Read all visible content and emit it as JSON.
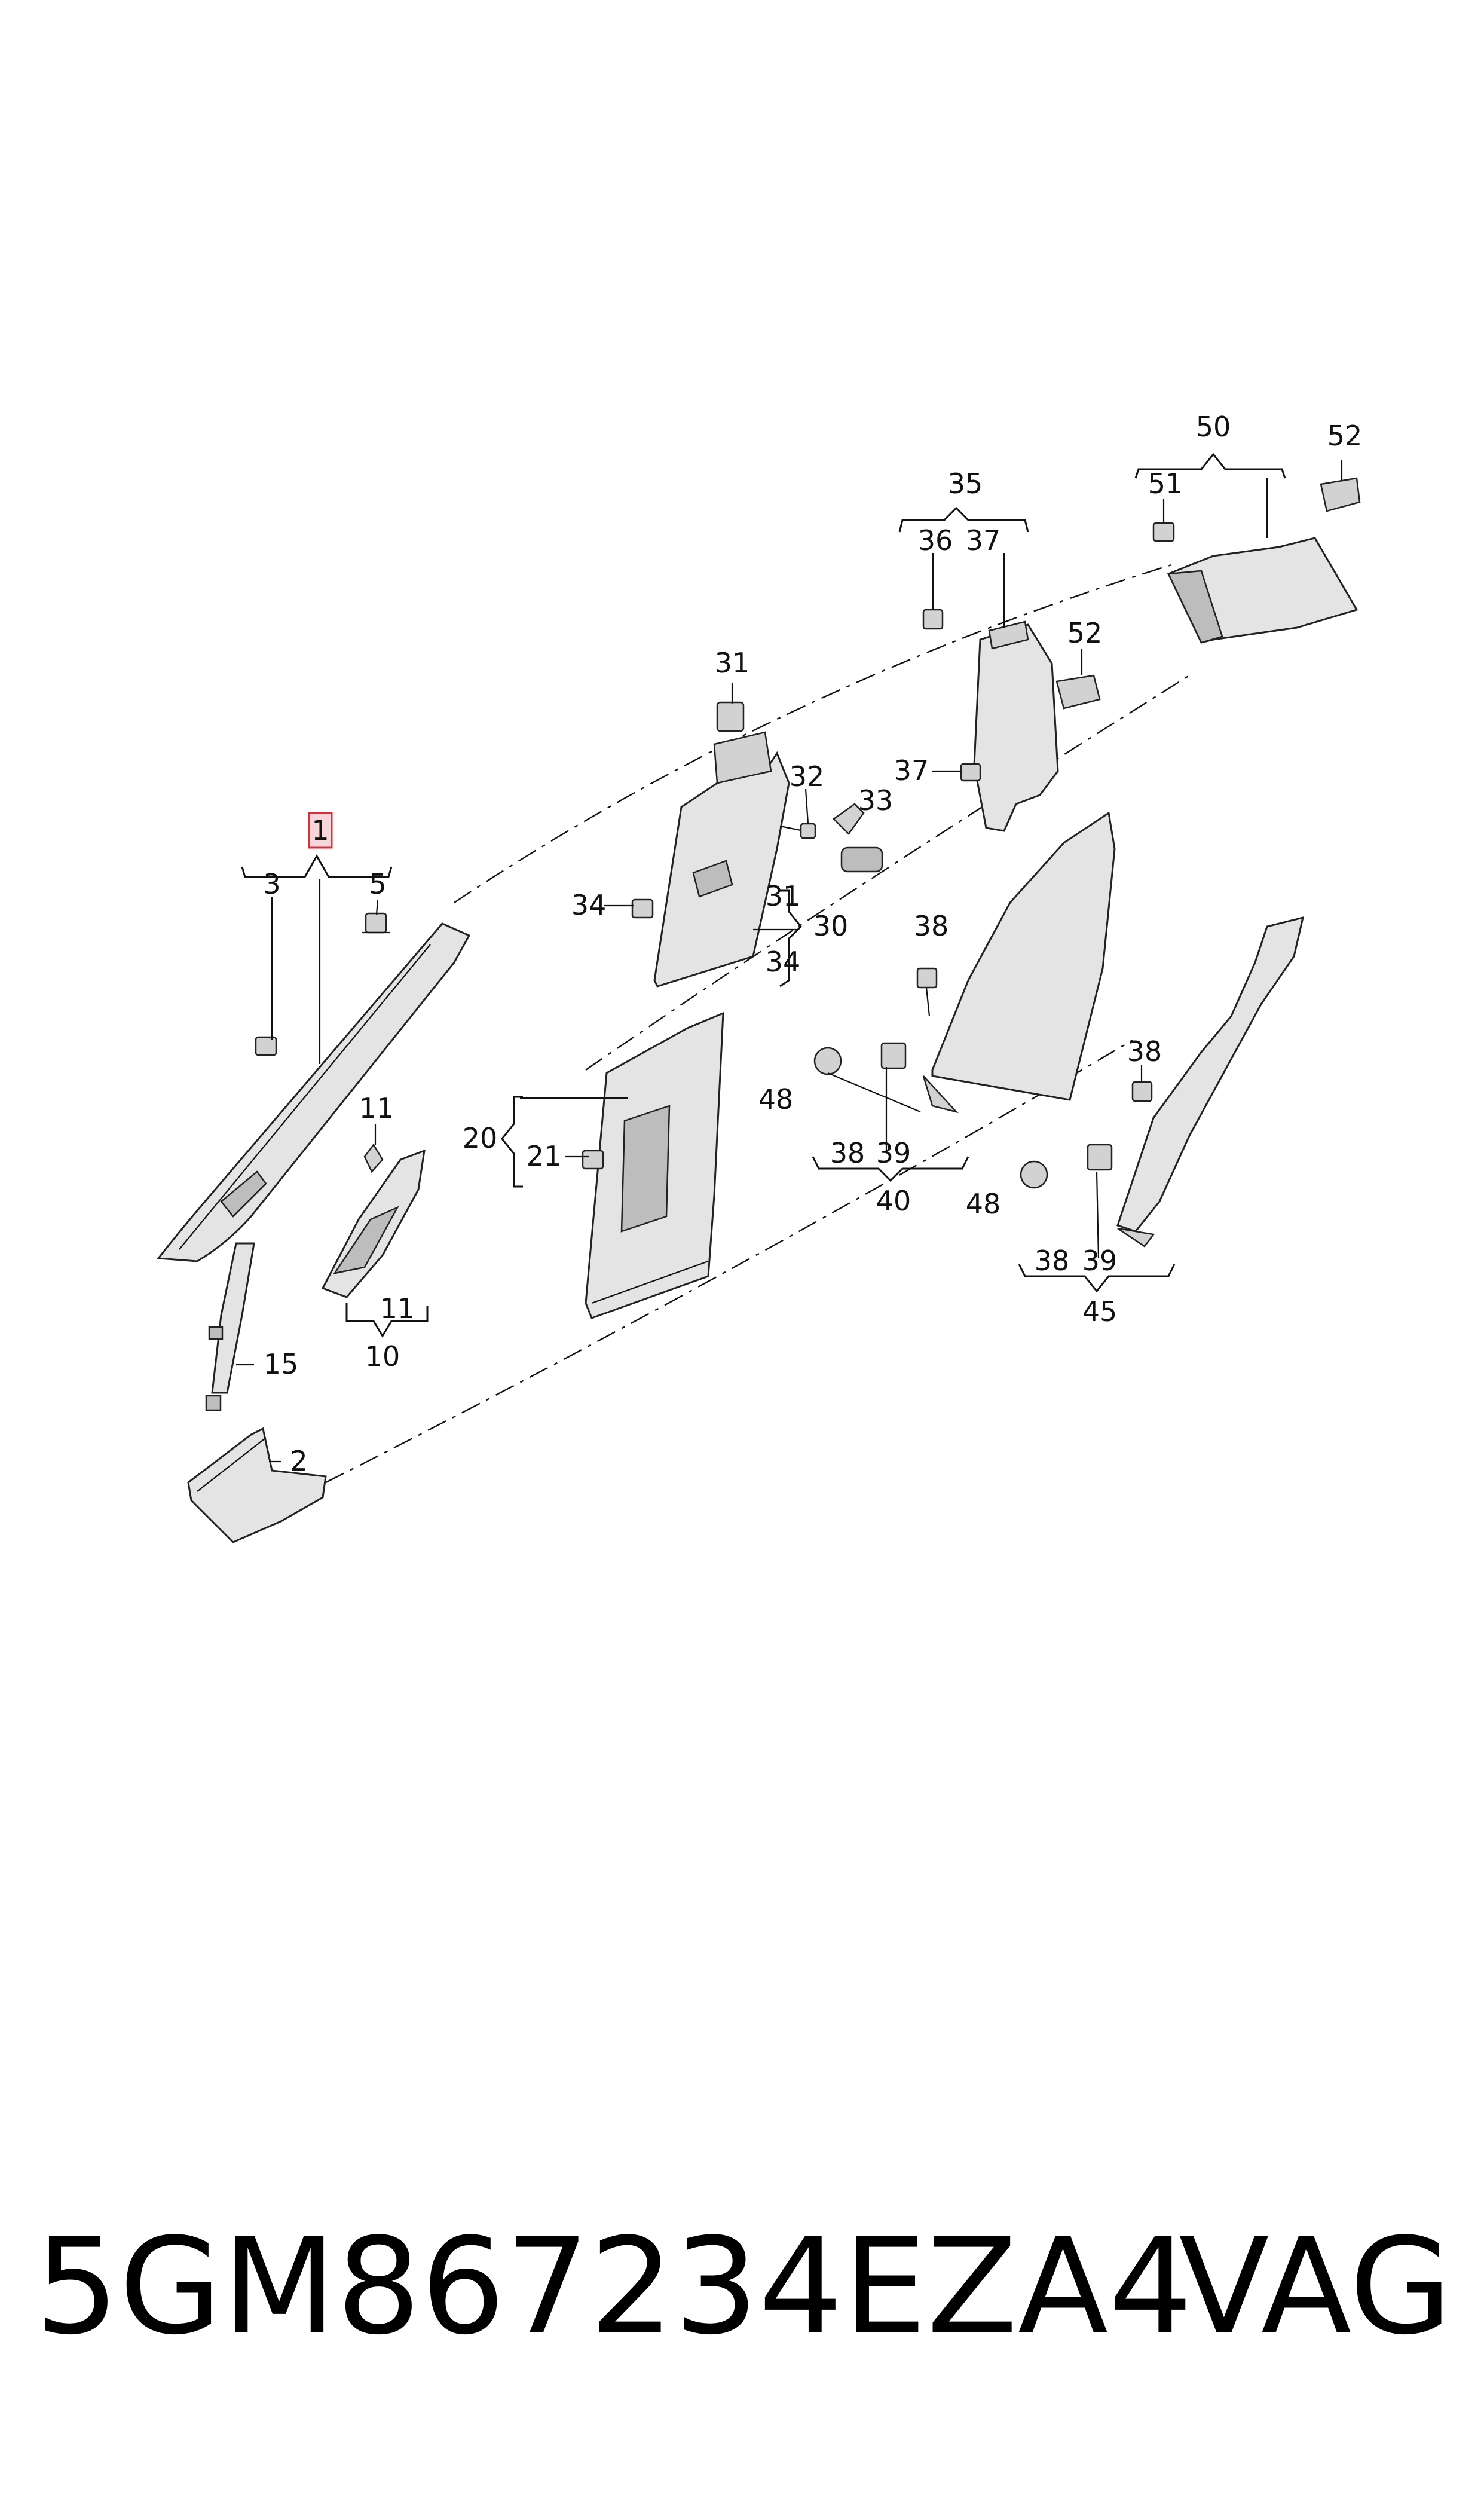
{
  "callouts": {
    "c1": "1",
    "c2": "2",
    "c3": "3",
    "c5": "5",
    "c10": "10",
    "c11a": "11",
    "c11b": "11",
    "c15": "15",
    "c20": "20",
    "c21": "21",
    "c30": "30",
    "c31a": "31",
    "c31b": "31",
    "c32": "32",
    "c33": "33",
    "c34a": "34",
    "c34b": "34",
    "c35": "35",
    "c36": "36",
    "c37a": "37",
    "c37b": "37",
    "c38a": "38",
    "c38b": "38",
    "c38c": "38",
    "c38d": "38",
    "c39a": "39",
    "c39b": "39",
    "c40": "40",
    "c45": "45",
    "c48a": "48",
    "c48b": "48",
    "c50": "50",
    "c51": "51",
    "c52a": "52",
    "c52b": "52"
  },
  "highlighted_callout": "1",
  "highlight_color": "#d9303f",
  "footer": {
    "part_number": "5GM867234EZA4",
    "brand": "VAG"
  }
}
